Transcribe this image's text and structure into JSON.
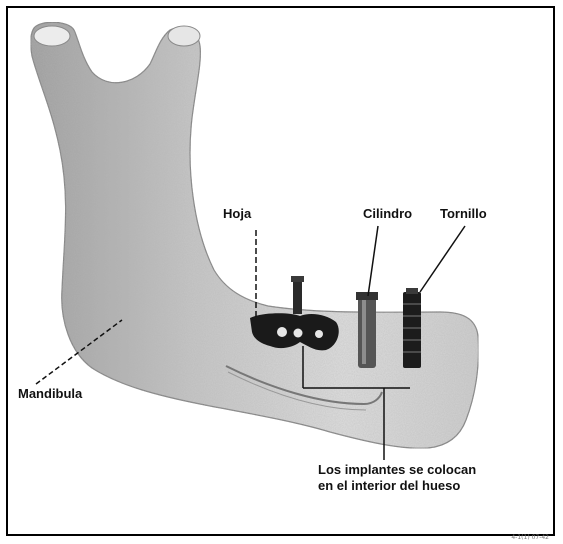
{
  "labels": {
    "hoja": "Hoja",
    "cilindro": "Cilindro",
    "tornillo": "Tornillo",
    "mandibula": "Mandibula",
    "note_line1": "Los implantes se colocan",
    "note_line2": "en el interior del hueso"
  },
  "figure_number": "4-1(1) 07-42",
  "colors": {
    "bone_fill": "#d9d9d9",
    "bone_shadow": "#9a9a9a",
    "implant": "#1a1a1a",
    "line": "#111111"
  }
}
